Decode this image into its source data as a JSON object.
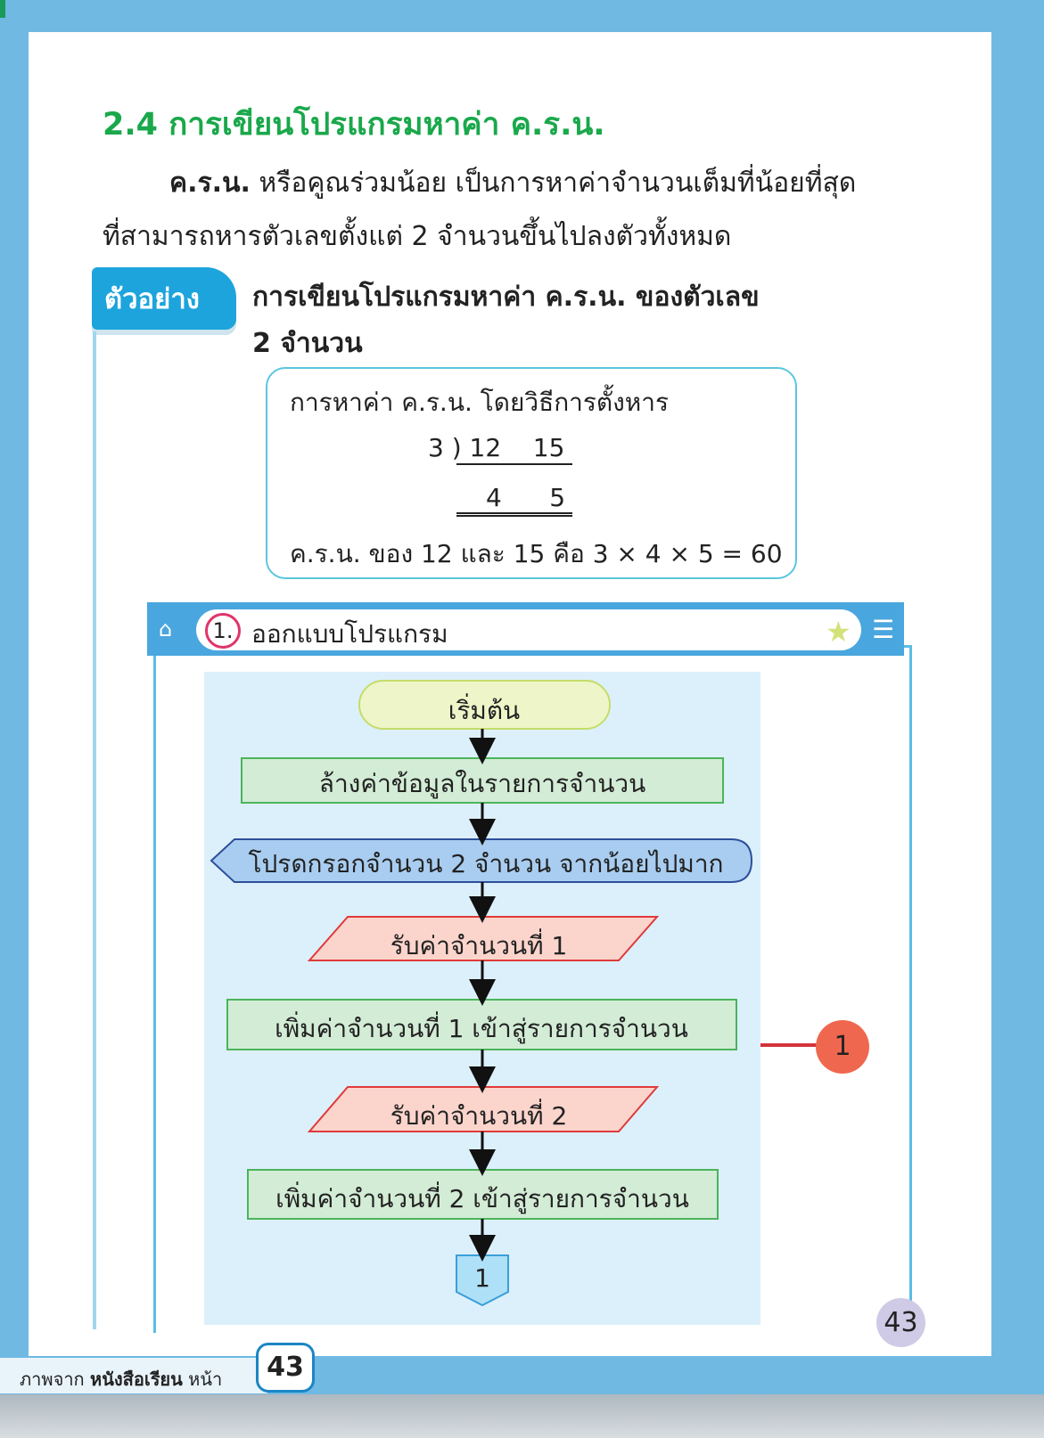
{
  "section_title": "2.4 การเขียนโปรแกรมหาค่า ค.ร.น.",
  "intro": {
    "term": "ค.ร.น.",
    "line1_rest": " หรือคูณร่วมน้อย เป็นการหาค่าจำนวนเต็มที่น้อยที่สุด",
    "line2": "ที่สามารถหารตัวเลขตั้งแต่ 2 จำนวนขึ้นไปลงตัวทั้งหมด"
  },
  "example": {
    "tab_label": "ตัวอย่าง",
    "title_line1": "การเขียนโปรแกรมหาค่า ค.ร.น. ของตัวเลข",
    "title_line2": "2 จำนวน",
    "box": {
      "heading": "การหาค่า ค.ร.น. โดยวิธีการตั้งหาร",
      "division_row": "3 ) 12    15",
      "result_row": "4      5",
      "conclusion": "ค.ร.น. ของ 12 และ 15 คือ 3 × 4 × 5 = 60"
    }
  },
  "step_bar": {
    "step_number": "1.",
    "step_label": "ออกแบบโปรแกรม",
    "icons": [
      "home-icon",
      "magnifier-icon",
      "star-icon",
      "menu-icon"
    ]
  },
  "flowchart": {
    "start": "เริ่มต้น",
    "clear": "ล้างค่าข้อมูลในรายการจำนวน",
    "prompt": "โปรดกรอกจำนวน 2 จำนวน จากน้อยไปมาก",
    "input1": "รับค่าจำนวนที่ 1",
    "add1": "เพิ่มค่าจำนวนที่ 1 เข้าสู่รายการจำนวน",
    "input2": "รับค่าจำนวนที่ 2",
    "add2": "เพิ่มค่าจำนวนที่ 2 เข้าสู่รายการจำนวน",
    "connector": "1",
    "callout": "1"
  },
  "page_number": "43",
  "footer": {
    "prefix": "ภาพจาก ",
    "book": "หนังสือเรียน",
    "suffix": " หน้า",
    "page": "43"
  },
  "colors": {
    "title_green": "#1aa84b",
    "accent_blue": "#1da4dc",
    "frame_blue": "#6fb9e3",
    "callout_red": "#f0674f"
  }
}
